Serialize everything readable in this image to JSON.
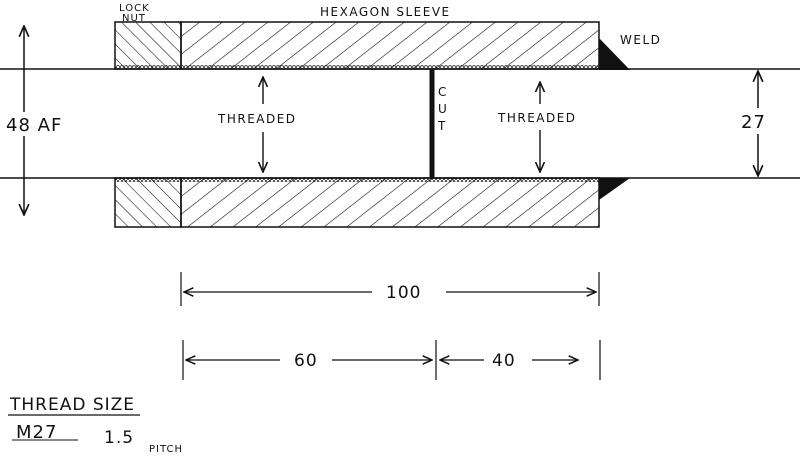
{
  "labels": {
    "lock_nut_line1": "LOCK",
    "lock_nut_line2": "NUT",
    "hexagon_sleeve": "HEXAGON SLEEVE",
    "weld": "WELD",
    "across_flats": "48 AF",
    "threaded_left": "THREADED",
    "threaded_right": "THREADED",
    "cut_letters": [
      "C",
      "U",
      "T"
    ],
    "bore_diameter": "27"
  },
  "dimensions": {
    "overall": "100",
    "left_segment": "60",
    "right_segment": "40"
  },
  "thread_spec": {
    "heading": "THREAD SIZE",
    "size": "M27",
    "pitch_value": "1.5",
    "pitch_unit": "PITCH"
  },
  "colors": {
    "ink": "#111111",
    "paper": "#ffffff"
  }
}
